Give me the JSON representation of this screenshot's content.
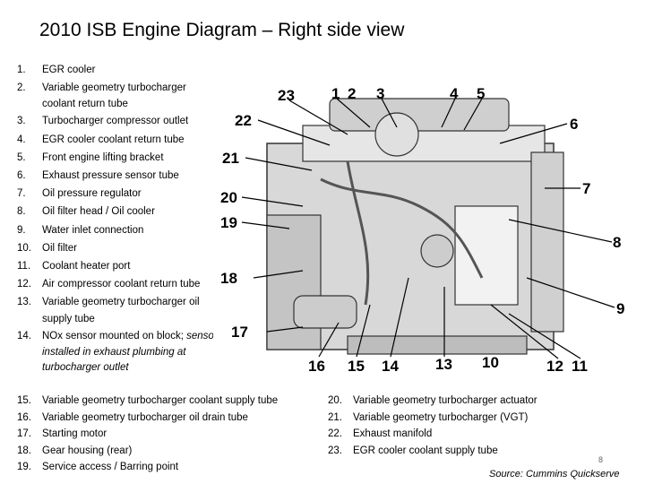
{
  "title": "2010 ISB Engine Diagram – Right side view",
  "parts_primary": [
    {
      "num": "1.",
      "label": "EGR cooler"
    },
    {
      "num": "2.",
      "label": "Variable geometry turbocharger",
      "label2": "coolant return tube"
    },
    {
      "num": "3.",
      "label": "Turbocharger compressor outlet"
    },
    {
      "num": "4.",
      "label": "EGR cooler coolant return tube"
    },
    {
      "num": "5.",
      "label": "Front engine lifting bracket"
    },
    {
      "num": "6.",
      "label": "Exhaust pressure sensor tube"
    },
    {
      "num": "7.",
      "label": "Oil pressure regulator"
    },
    {
      "num": "8.",
      "label": "Oil filter head / Oil cooler"
    },
    {
      "num": "9.",
      "label": "Water inlet connection"
    },
    {
      "num": "10.",
      "label": "Oil filter"
    },
    {
      "num": "11.",
      "label": "Coolant heater port"
    },
    {
      "num": "12.",
      "label": "Air compressor coolant return tube"
    },
    {
      "num": "13.",
      "label": "Variable geometry turbocharger oil",
      "label2": "supply tube"
    },
    {
      "num": "14.",
      "label": "NOx sensor mounted on block; ",
      "label_italic": "sensor",
      "label2": "installed in exhaust plumbing at",
      "label3": "turbocharger outlet"
    }
  ],
  "parts_secondary_left": [
    {
      "num": "15.",
      "label": "Variable geometry turbocharger coolant supply tube"
    },
    {
      "num": "16.",
      "label": "Variable geometry turbocharger oil drain tube"
    },
    {
      "num": "17.",
      "label": "Starting motor"
    },
    {
      "num": "18.",
      "label": "Gear housing (rear)"
    },
    {
      "num": "19.",
      "label": "Service access / Barring point"
    }
  ],
  "parts_secondary_right": [
    {
      "num": "20.",
      "label": "Variable geometry turbocharger actuator"
    },
    {
      "num": "21.",
      "label": "Variable geometry turbocharger (VGT)"
    },
    {
      "num": "22.",
      "label": "Exhaust manifold"
    },
    {
      "num": "23.",
      "label": "EGR cooler coolant supply tube"
    }
  ],
  "callouts": [
    "1",
    "2",
    "3",
    "4",
    "5",
    "6",
    "7",
    "8",
    "9",
    "10",
    "11",
    "12",
    "13",
    "14",
    "15",
    "16",
    "17",
    "18",
    "19",
    "20",
    "21",
    "22",
    "23"
  ],
  "page_number": "8",
  "source": "Source: Cummins Quickserve"
}
